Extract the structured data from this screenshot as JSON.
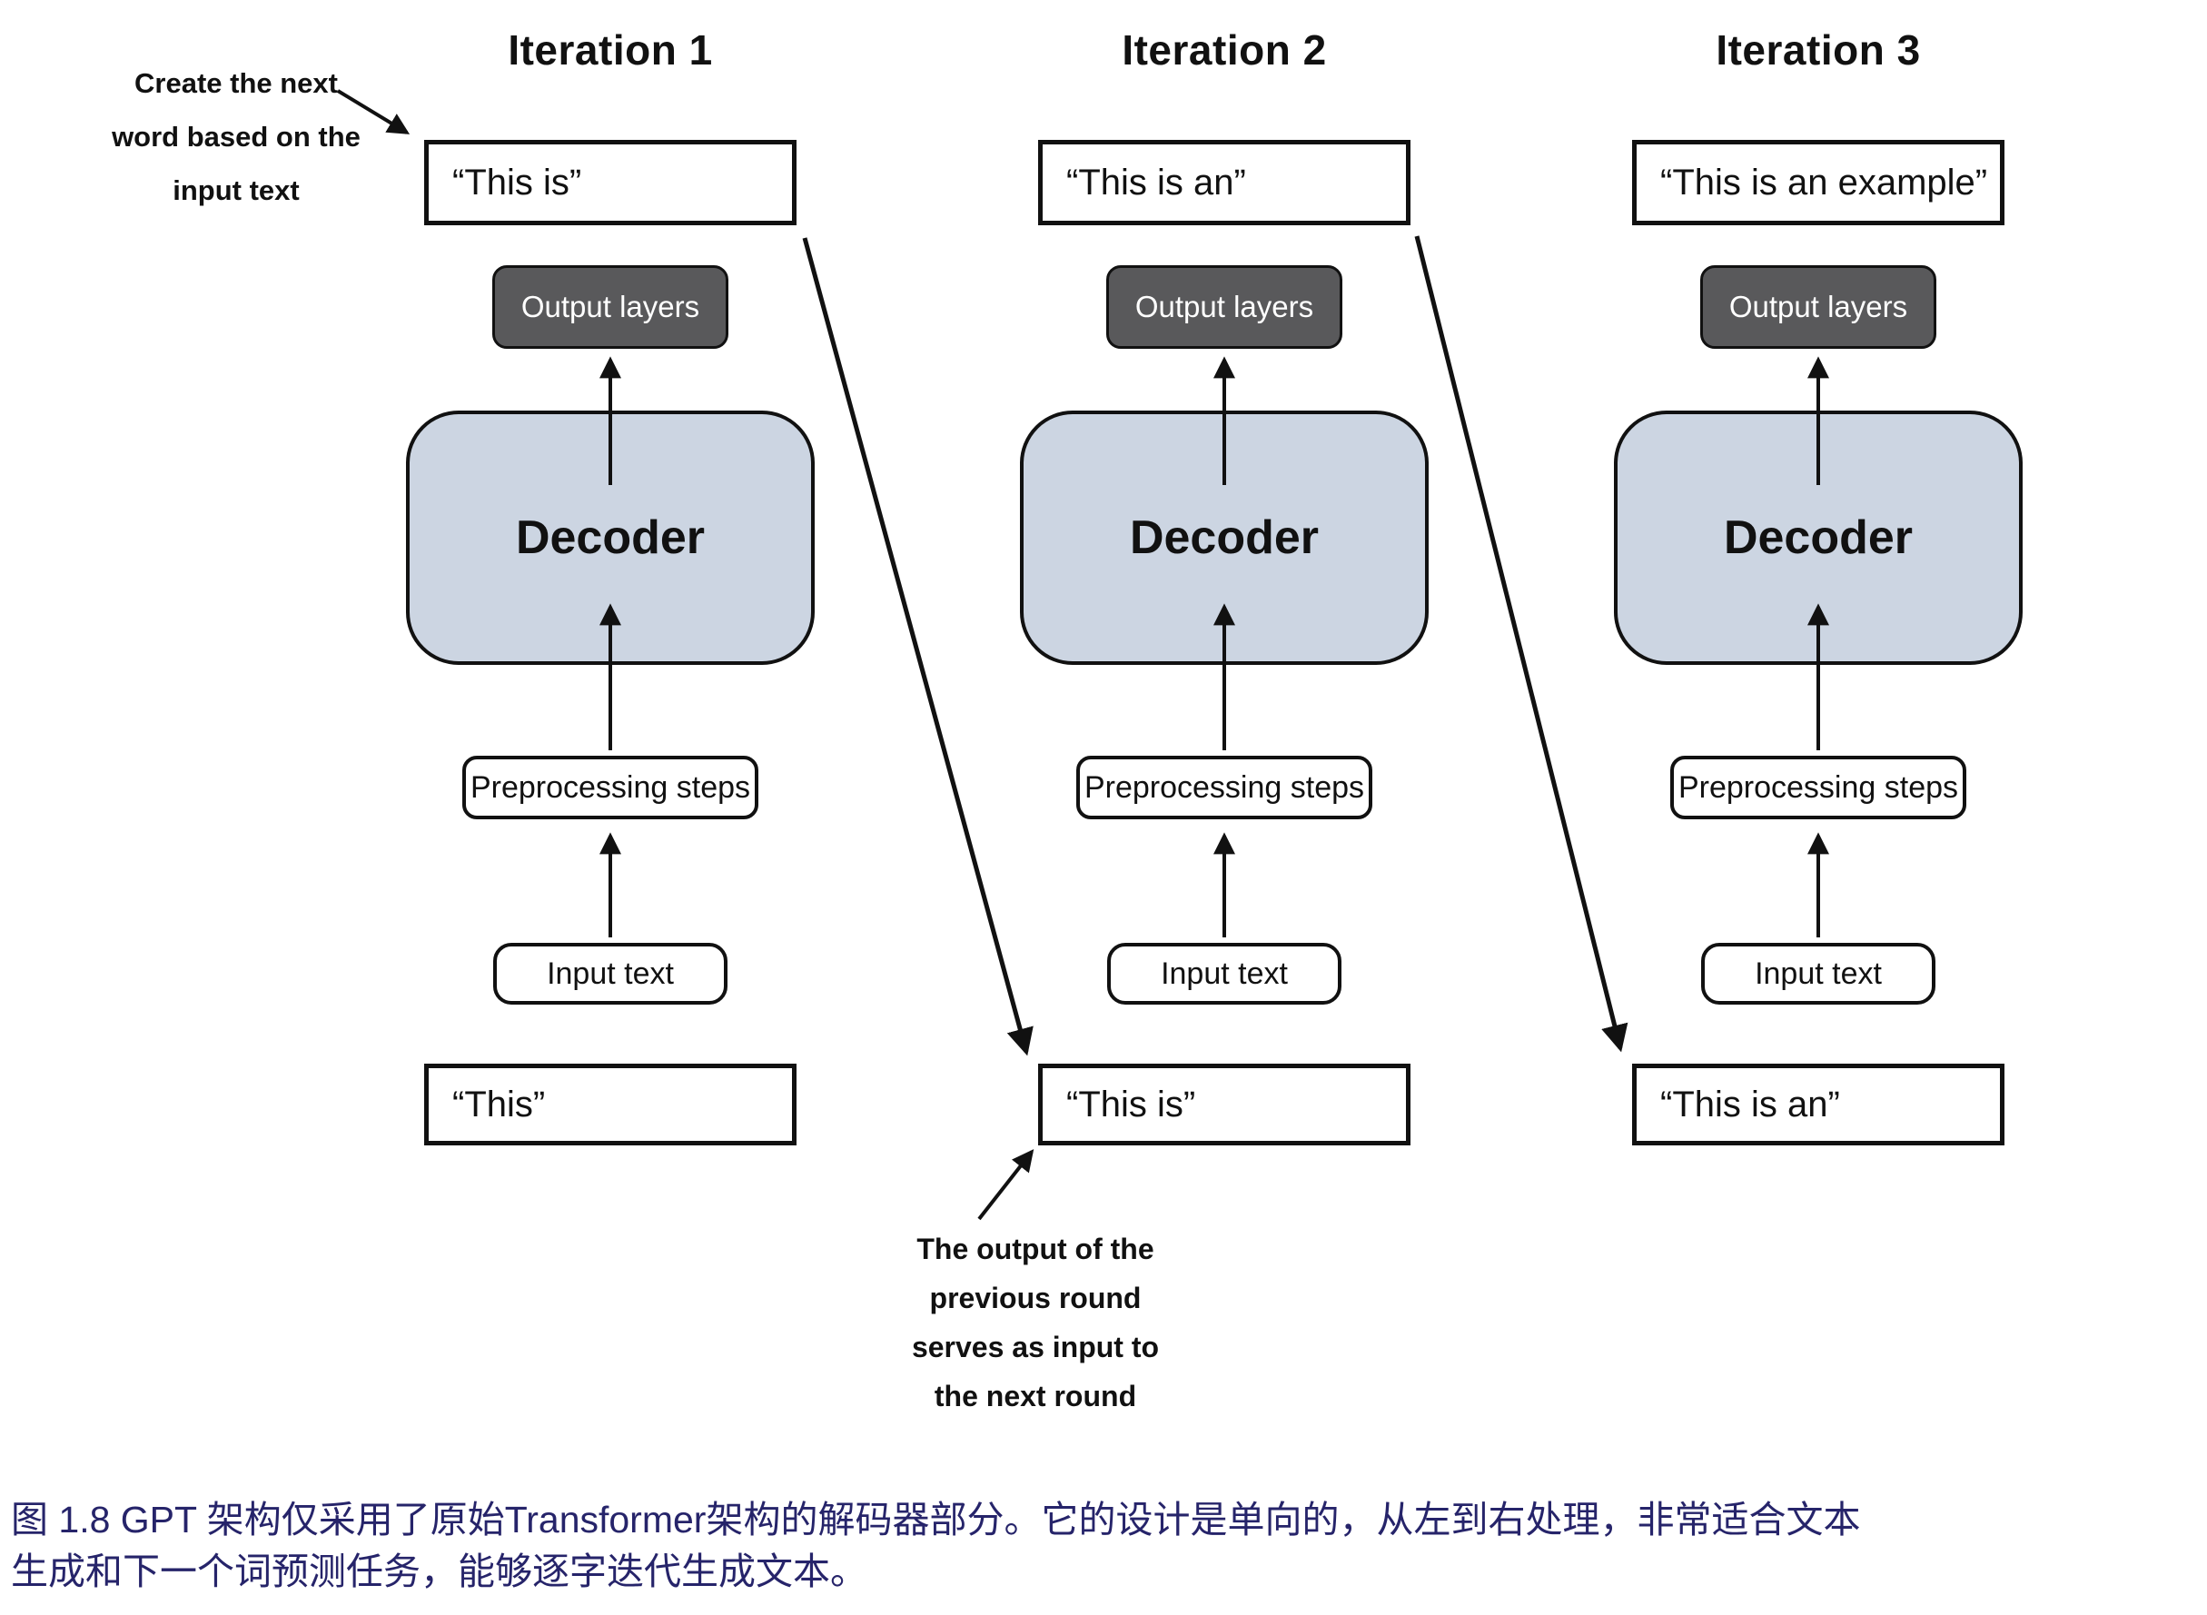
{
  "figure": {
    "caption_line1": "图 1.8  GPT 架构仅采用了原始Transformer架构的解码器部分。它的设计是单向的，从左到右处理，非常适合文本",
    "caption_line2": "生成和下一个词预测任务，能够逐字迭代生成文本。"
  },
  "annotations": {
    "create_next": {
      "lines": [
        "Create the next",
        "word based on the",
        "input text"
      ]
    },
    "output_previous": {
      "lines": [
        "The output of the",
        "previous round",
        "serves as input to",
        "the next round"
      ]
    }
  },
  "iterations": [
    {
      "title": "Iteration 1",
      "generated_text": "“This is”",
      "output_layers_label": "Output layers",
      "decoder_label": "Decoder",
      "preprocessing_label": "Preprocessing steps",
      "input_label": "Input text",
      "seed_text": "“This”"
    },
    {
      "title": "Iteration 2",
      "generated_text": "“This is an”",
      "output_layers_label": "Output layers",
      "decoder_label": "Decoder",
      "preprocessing_label": "Preprocessing steps",
      "input_label": "Input text",
      "seed_text": "“This is”"
    },
    {
      "title": "Iteration 3",
      "generated_text": "“This is an example”",
      "output_layers_label": "Output layers",
      "decoder_label": "Decoder",
      "preprocessing_label": "Preprocessing steps",
      "input_label": "Input text",
      "seed_text": "“This is an”"
    }
  ],
  "colors": {
    "decoder_fill": "#ccd5e2",
    "output_layers_fill": "#59595b",
    "box_border": "#111111",
    "arrow_color": "#111111",
    "caption_color": "#26246a"
  }
}
